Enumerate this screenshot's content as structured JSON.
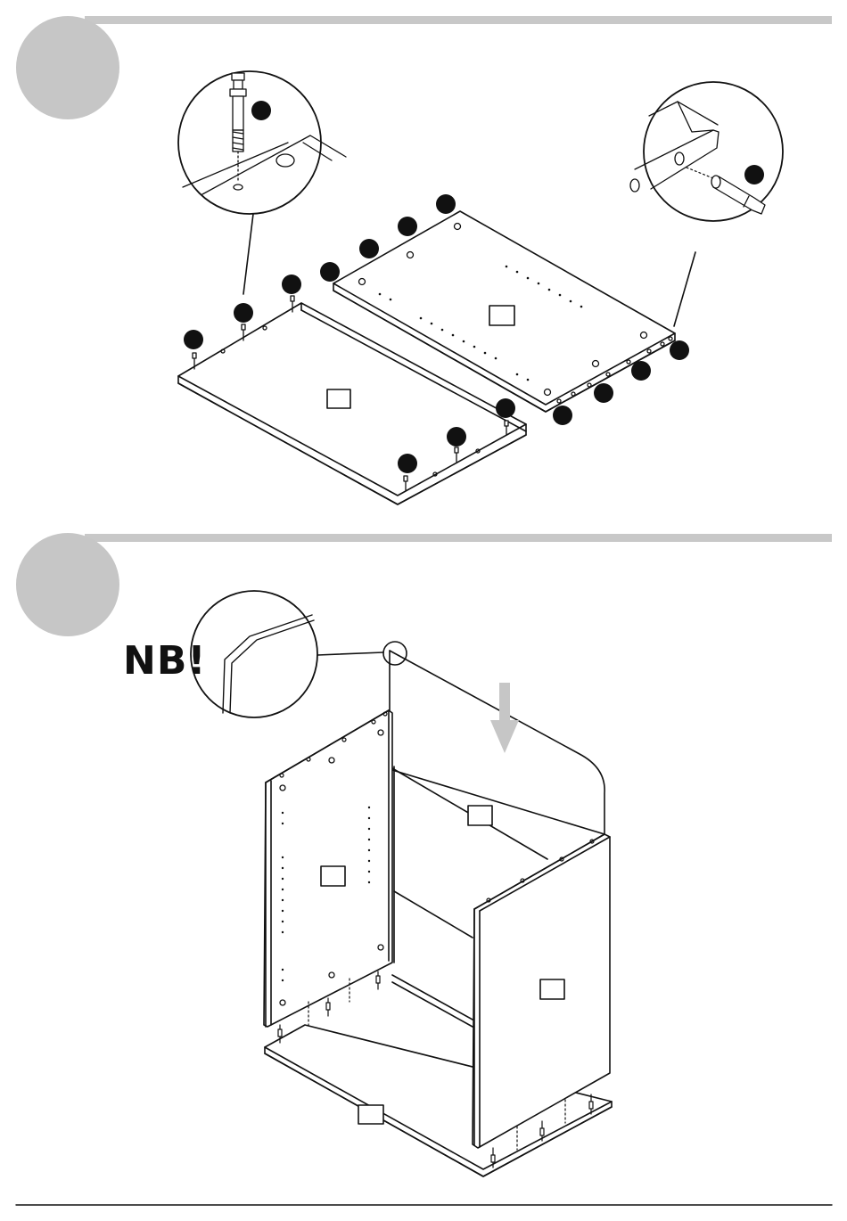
{
  "steps": [
    {
      "step_circle": "grey-step-circle"
    },
    {
      "step_circle": "grey-step-circle"
    }
  ],
  "notice": {
    "text": "NB!"
  },
  "colors": {
    "step_bar": "#c8c8c8",
    "step_circle": "#c6c6c6",
    "line": "#111111",
    "callout": "#111111"
  }
}
